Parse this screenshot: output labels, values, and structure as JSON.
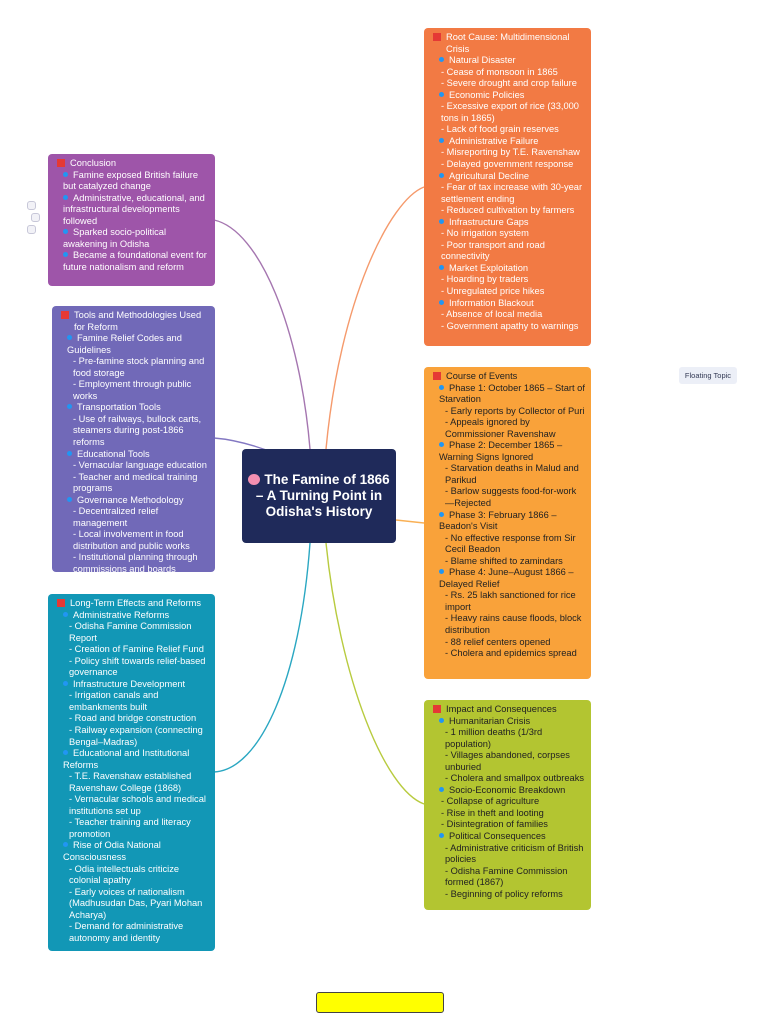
{
  "central_topic": {
    "icon": "brain-icon",
    "title": "The Famine of 1866 – A Turning Point in Odisha's History",
    "color": "#1f2a5a"
  },
  "floating_topic": "Floating Topic",
  "branches": [
    {
      "id": "root-cause",
      "color": "#f27a44",
      "connector_color": "#f59a6c",
      "title": "Root Cause: Multidimensional Crisis",
      "lines": [
        {
          "t": "Natural Disaster",
          "k": "cat"
        },
        {
          "t": "- Cease of monsoon in 1865",
          "k": "sub"
        },
        {
          "t": "- Severe drought and crop failure",
          "k": "sub"
        },
        {
          "t": "Economic Policies",
          "k": "cat"
        },
        {
          "t": "- Excessive export of rice (33,000 tons in 1865)",
          "k": "sub"
        },
        {
          "t": "- Lack of food grain reserves",
          "k": "sub"
        },
        {
          "t": "Administrative Failure",
          "k": "cat"
        },
        {
          "t": "- Misreporting by T.E. Ravenshaw",
          "k": "sub"
        },
        {
          "t": "- Delayed government response",
          "k": "sub"
        },
        {
          "t": "Agricultural Decline",
          "k": "cat"
        },
        {
          "t": "- Fear of tax increase with 30-year settlement ending",
          "k": "sub"
        },
        {
          "t": "- Reduced cultivation by farmers",
          "k": "sub"
        },
        {
          "t": "Infrastructure Gaps",
          "k": "cat"
        },
        {
          "t": "- No irrigation system",
          "k": "sub"
        },
        {
          "t": "- Poor transport and road connectivity",
          "k": "sub"
        },
        {
          "t": "Market Exploitation",
          "k": "cat"
        },
        {
          "t": "- Hoarding by traders",
          "k": "sub"
        },
        {
          "t": "- Unregulated price hikes",
          "k": "sub"
        },
        {
          "t": "Information Blackout",
          "k": "cat"
        },
        {
          "t": "- Absence of local media",
          "k": "sub"
        },
        {
          "t": "- Government apathy to warnings",
          "k": "sub"
        }
      ]
    },
    {
      "id": "course-of-events",
      "color": "#f9a23a",
      "connector_color": "#f9b055",
      "title": "Course of Events",
      "lines": [
        {
          "t": "Phase 1: October 1865 – Start of Starvation",
          "k": "cat"
        },
        {
          "t": "- Early reports by Collector of Puri",
          "k": "sub2"
        },
        {
          "t": "- Appeals ignored by Commissioner Ravenshaw",
          "k": "sub2"
        },
        {
          "t": "Phase 2: December 1865 – Warning Signs Ignored",
          "k": "cat"
        },
        {
          "t": "- Starvation deaths in Malud and Parikud",
          "k": "sub2"
        },
        {
          "t": "- Barlow suggests food-for-work—Rejected",
          "k": "sub2"
        },
        {
          "t": "Phase 3: February 1866 – Beadon's Visit",
          "k": "cat"
        },
        {
          "t": "- No effective response from Sir Cecil Beadon",
          "k": "sub2"
        },
        {
          "t": "- Blame shifted to zamindars",
          "k": "sub2"
        },
        {
          "t": "Phase 4: June–August 1866 – Delayed Relief",
          "k": "cat"
        },
        {
          "t": "- Rs. 25 lakh sanctioned for rice import",
          "k": "sub2"
        },
        {
          "t": "- Heavy rains cause floods, block distribution",
          "k": "sub2"
        },
        {
          "t": "- 88 relief centers opened",
          "k": "sub2"
        },
        {
          "t": "- Cholera and epidemics spread",
          "k": "sub2"
        }
      ]
    },
    {
      "id": "impact",
      "color": "#b3c531",
      "connector_color": "#b8cb3f",
      "title": "Impact and Consequences",
      "lines": [
        {
          "t": "Humanitarian Crisis",
          "k": "cat"
        },
        {
          "t": "- 1 million deaths (1/3rd population)",
          "k": "sub2"
        },
        {
          "t": "- Villages abandoned, corpses unburied",
          "k": "sub2"
        },
        {
          "t": "- Cholera and smallpox outbreaks",
          "k": "sub2"
        },
        {
          "t": "Socio-Economic Breakdown",
          "k": "cat"
        },
        {
          "t": "- Collapse of agriculture",
          "k": "sub"
        },
        {
          "t": "- Rise in theft and looting",
          "k": "sub"
        },
        {
          "t": "- Disintegration of families",
          "k": "sub"
        },
        {
          "t": "Political Consequences",
          "k": "cat"
        },
        {
          "t": "- Administrative criticism of British policies",
          "k": "sub2"
        },
        {
          "t": "- Odisha Famine Commission formed (1867)",
          "k": "sub2"
        },
        {
          "t": "- Beginning of policy reforms",
          "k": "sub2"
        }
      ]
    },
    {
      "id": "conclusion",
      "color": "#9e55a9",
      "connector_color": "#a576b0",
      "title": "Conclusion",
      "lines": [
        {
          "t": "Famine exposed British failure but catalyzed change",
          "k": "cat"
        },
        {
          "t": "Administrative, educational, and infrastructural developments followed",
          "k": "cat"
        },
        {
          "t": "Sparked socio-political awakening in Odisha",
          "k": "cat"
        },
        {
          "t": "Became a foundational event for future nationalism and reform",
          "k": "cat"
        }
      ]
    },
    {
      "id": "tools",
      "color": "#7169b8",
      "connector_color": "#8378c2",
      "title": "Tools and Methodologies Used for Reform",
      "lines": [
        {
          "t": "Famine Relief Codes and Guidelines",
          "k": "cat"
        },
        {
          "t": "- Pre-famine stock planning and food storage",
          "k": "sub2"
        },
        {
          "t": "- Employment through public works",
          "k": "sub2"
        },
        {
          "t": "Transportation Tools",
          "k": "cat"
        },
        {
          "t": "- Use of railways, bullock carts, steamers during post-1866 reforms",
          "k": "sub2"
        },
        {
          "t": "Educational Tools",
          "k": "cat"
        },
        {
          "t": "- Vernacular language education",
          "k": "sub2"
        },
        {
          "t": "- Teacher and medical training programs",
          "k": "sub2"
        },
        {
          "t": "Governance Methodology",
          "k": "cat"
        },
        {
          "t": "- Decentralized relief management",
          "k": "sub2"
        },
        {
          "t": "- Local involvement in food distribution and public works",
          "k": "sub2"
        },
        {
          "t": "- Institutional planning through commissions and boards",
          "k": "sub2"
        }
      ]
    },
    {
      "id": "long-term",
      "color": "#1297b6",
      "connector_color": "#2aa7c2",
      "title": "Long-Term Effects and Reforms",
      "lines": [
        {
          "t": "Administrative Reforms",
          "k": "cat"
        },
        {
          "t": "- Odisha Famine Commission Report",
          "k": "sub2"
        },
        {
          "t": "- Creation of Famine Relief Fund",
          "k": "sub2"
        },
        {
          "t": "- Policy shift towards relief-based governance",
          "k": "sub2"
        },
        {
          "t": "Infrastructure Development",
          "k": "cat"
        },
        {
          "t": "- Irrigation canals and embankments built",
          "k": "sub2"
        },
        {
          "t": "- Road and bridge construction",
          "k": "sub2"
        },
        {
          "t": "- Railway expansion (connecting Bengal–Madras)",
          "k": "sub2"
        },
        {
          "t": "Educational and Institutional Reforms",
          "k": "cat"
        },
        {
          "t": "- T.E. Ravenshaw established Ravenshaw College (1868)",
          "k": "sub2"
        },
        {
          "t": "- Vernacular schools and medical institutions set up",
          "k": "sub2"
        },
        {
          "t": "- Teacher training and literacy promotion",
          "k": "sub2"
        },
        {
          "t": "Rise of Odia National Consciousness",
          "k": "cat"
        },
        {
          "t": "- Odia intellectuals criticize colonial apathy",
          "k": "sub2"
        },
        {
          "t": "- Early voices of nationalism (Madhusudan Das, Pyari Mohan Acharya)",
          "k": "sub2"
        },
        {
          "t": "- Demand for administrative autonomy and identity",
          "k": "sub2"
        }
      ]
    }
  ]
}
